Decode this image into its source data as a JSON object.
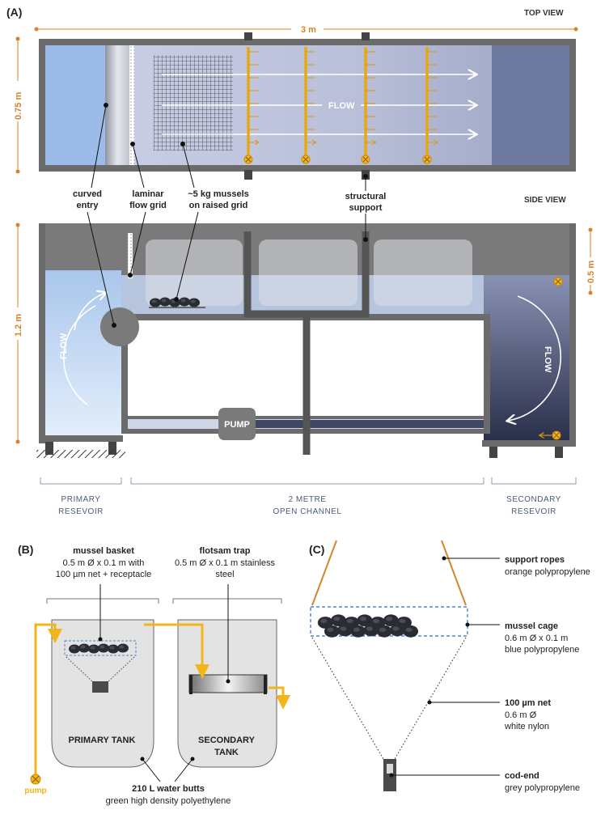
{
  "panels": {
    "a": "(A)",
    "b": "(B)",
    "c": "(C)"
  },
  "views": {
    "top": "TOP VIEW",
    "side": "SIDE VIEW"
  },
  "dimensions": {
    "length": "3 m",
    "width": "0.75 m",
    "height": "1.2 m",
    "depth": "0.5 m"
  },
  "top_view": {
    "flow": "FLOW"
  },
  "callouts": {
    "curved_entry": [
      "curved",
      "entry"
    ],
    "laminar": [
      "laminar",
      "flow grid"
    ],
    "mussels": [
      "~5 kg mussels",
      "on raised grid"
    ],
    "support": [
      "structural",
      "support"
    ]
  },
  "side_view": {
    "flow_left": "FLOW",
    "flow_right": "FLOW",
    "pump": "PUMP"
  },
  "sections": {
    "primary": [
      "PRIMARY",
      "RESEVOIR"
    ],
    "channel": [
      "2 METRE",
      "OPEN CHANNEL"
    ],
    "secondary": [
      "SECONDARY",
      "RESEVOIR"
    ]
  },
  "panel_b": {
    "basket_title": "mussel basket",
    "basket_desc": [
      "0.5 m Ø x 0.1 m with",
      "100 µm net + receptacle"
    ],
    "trap_title": "flotsam trap",
    "trap_desc": [
      "0.5 m Ø x 0.1 m stainless",
      "steel"
    ],
    "primary_tank": "PRIMARY TANK",
    "secondary_tank": [
      "SECONDARY",
      "TANK"
    ],
    "pump": "pump",
    "butts_title": "210 L water butts",
    "butts_desc": "green high density polyethylene"
  },
  "panel_c": {
    "ropes_title": "support ropes",
    "ropes_desc": "orange polypropylene",
    "cage_title": "mussel cage",
    "cage_desc": [
      "0.6 m Ø x 0.1 m",
      "blue polypropylene"
    ],
    "net_title": "100 µm net",
    "net_desc": [
      "0.6 m Ø",
      "white nylon"
    ],
    "codend_title": "cod-end",
    "codend_desc": "grey polypropylene"
  },
  "colors": {
    "accent": "#f2b51a",
    "dimension": "#d8822a",
    "wall": "#6b6b6b"
  }
}
